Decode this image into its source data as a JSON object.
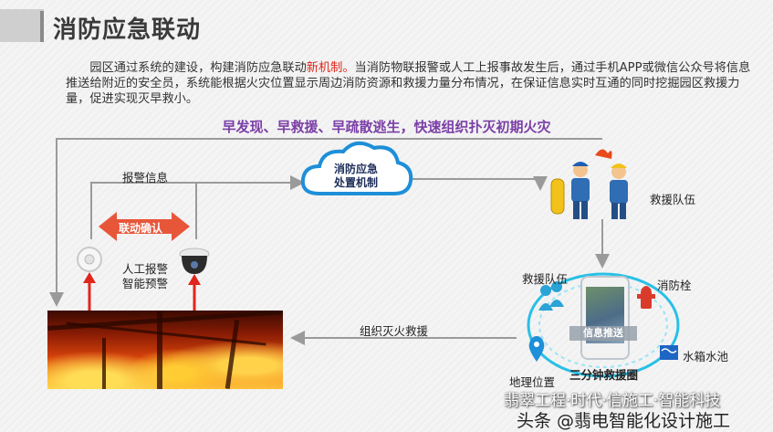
{
  "header": {
    "title": "消防应急联动"
  },
  "intro": {
    "part1": "园区通过系统的建设，构建消防应急联动",
    "highlight": "新机制。",
    "part2": "当消防物联报警或人工上报事故发生后，通过手机APP或微信公众号将信息推送给附近的安全员，系统能根据火灾位置显示周边消防资源和救援力量分布情况，在保证信息实时互通的同时挖掘园区救援力量，促进实现灭早救小。"
  },
  "slogan": "早发现、早救援、早疏散逃生，快速组织扑灭初期火灾",
  "diagram": {
    "cloud_line1": "消防应急",
    "cloud_line2": "处置机制",
    "alarm_info": "报警信息",
    "linkage_confirm": "联动确认",
    "manual_alarm": "人工报警",
    "smart_warning": "智能预警",
    "rescue_team_top": "救援队伍",
    "organize_extinguish": "组织灭火救援",
    "ring": {
      "rescue_team": "救援队伍",
      "hydrant": "消防栓",
      "water_tank": "水箱水池",
      "location": "地理位置",
      "info_push": "信息推送",
      "three_min_circle": "三分钟救援圈"
    }
  },
  "watermark": {
    "line1": "翡翠工程·时代·信施工·智能科技",
    "line2": "头条 @翡电智能化设计施工"
  },
  "colors": {
    "accent_purple": "#7b3fa6",
    "cloud_blue": "#1e8fd8",
    "arrow_red": "#e0261c",
    "confirm_red": "#e8563a",
    "ring_cyan": "#28c0e6",
    "line_gray": "#9a9a9a"
  }
}
